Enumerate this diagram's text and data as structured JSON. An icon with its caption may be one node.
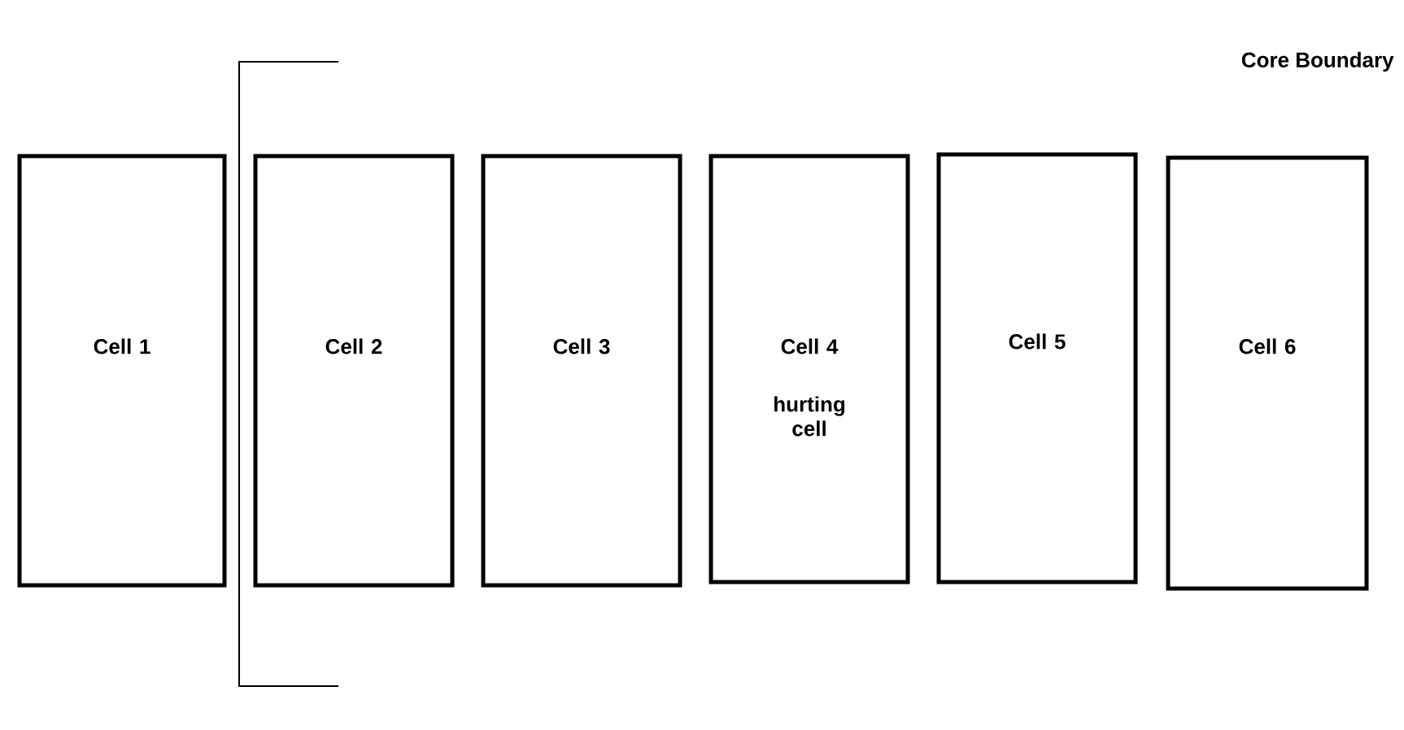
{
  "diagram": {
    "nodes": [
      {
        "text": [
          "Cell 1"
        ]
      },
      {
        "text": [
          "Cell 2"
        ]
      },
      {
        "text": [
          "Cell 3"
        ]
      },
      {
        "text": [
          "Cell 4",
          "hurting cell"
        ]
      },
      {
        "text": [
          "Cell 5"
        ]
      },
      {
        "text": [
          "Cell 6"
        ]
      }
    ],
    "labels": [
      "Core Boundary"
    ]
  }
}
